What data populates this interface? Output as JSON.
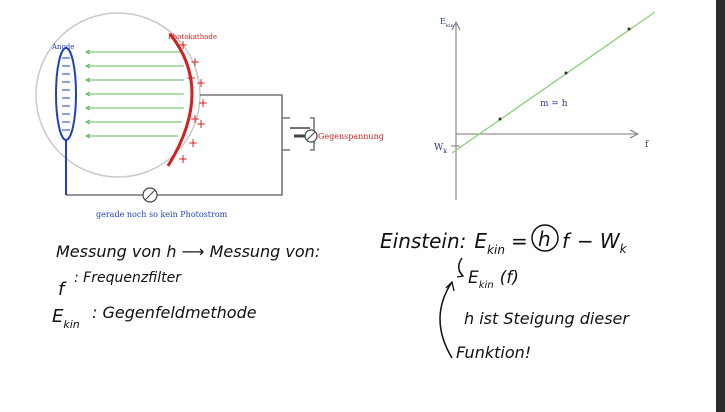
{
  "apparatus": {
    "anode_label": "Anode",
    "cathode_label": "Photokathode",
    "counter_voltage_label": "Gegenspannung",
    "caption": "gerade noch so kein Photostrom",
    "plus_sign": "+",
    "minus_sign": "-"
  },
  "graph": {
    "y_axis_label_main": "E",
    "y_axis_label_sub": "kin",
    "x_axis_label": "f",
    "w_label_main": "W",
    "w_label_sub": "k",
    "slope_label": "m = h"
  },
  "notes_left": {
    "line1": "Messung von h ⟶ Messung von:",
    "line2_symbol": "f",
    "line2_text": ": Frequenzfilter",
    "line3_symbol_main": "E",
    "line3_symbol_sub": "kin",
    "line3_text": ": Gegenfeldmethode"
  },
  "notes_right": {
    "einstein_prefix": "Einstein:",
    "ekin_main": "E",
    "ekin_sub": "kin",
    "equals_sign": "=",
    "h_symbol": "h",
    "f_symbol": "f",
    "minus_sign": "−",
    "wk_main": "W",
    "wk_sub": "k",
    "function_main": "E",
    "function_sub": "kin",
    "function_arg": "(f)",
    "line_slope": "h ist Steigung dieser",
    "line_function": "Funktion!"
  }
}
